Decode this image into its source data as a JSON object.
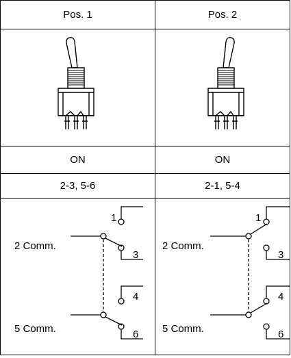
{
  "columns": [
    {
      "header": "Pos. 1",
      "state": "ON",
      "connections": "2-3, 5-6",
      "schematic": {
        "top": {
          "common_label": "2 Comm.",
          "upper_terminal": "1",
          "lower_terminal": "3",
          "closed_to": "lower"
        },
        "bottom": {
          "common_label": "5 Comm.",
          "upper_terminal": "4",
          "lower_terminal": "6",
          "closed_to": "lower"
        }
      },
      "lever_direction": "left"
    },
    {
      "header": "Pos. 2",
      "state": "ON",
      "connections": "2-1, 5-4",
      "schematic": {
        "top": {
          "common_label": "2 Comm.",
          "upper_terminal": "1",
          "lower_terminal": "3",
          "closed_to": "upper"
        },
        "bottom": {
          "common_label": "5 Comm.",
          "upper_terminal": "4",
          "lower_terminal": "6",
          "closed_to": "upper"
        }
      },
      "lever_direction": "right"
    }
  ]
}
